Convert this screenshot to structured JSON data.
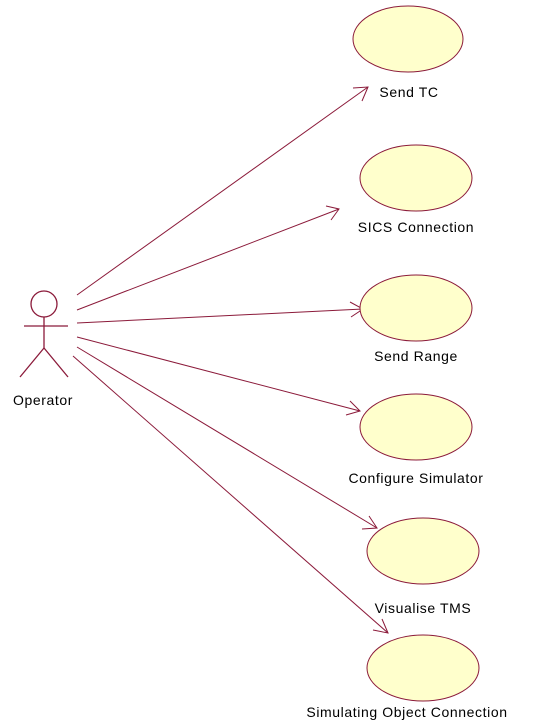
{
  "actor": {
    "label": "Operator"
  },
  "use_cases": [
    {
      "label": "Send TC"
    },
    {
      "label": "SICS Connection"
    },
    {
      "label": "Send Range"
    },
    {
      "label": "Configure Simulator"
    },
    {
      "label": "Visualise TMS"
    },
    {
      "label": "Simulating Object Connection"
    }
  ],
  "colors": {
    "line": "#8b1a3a",
    "ellipse_fill": "#ffffcc",
    "ellipse_stroke": "#8b1a3a",
    "text": "#000000"
  }
}
